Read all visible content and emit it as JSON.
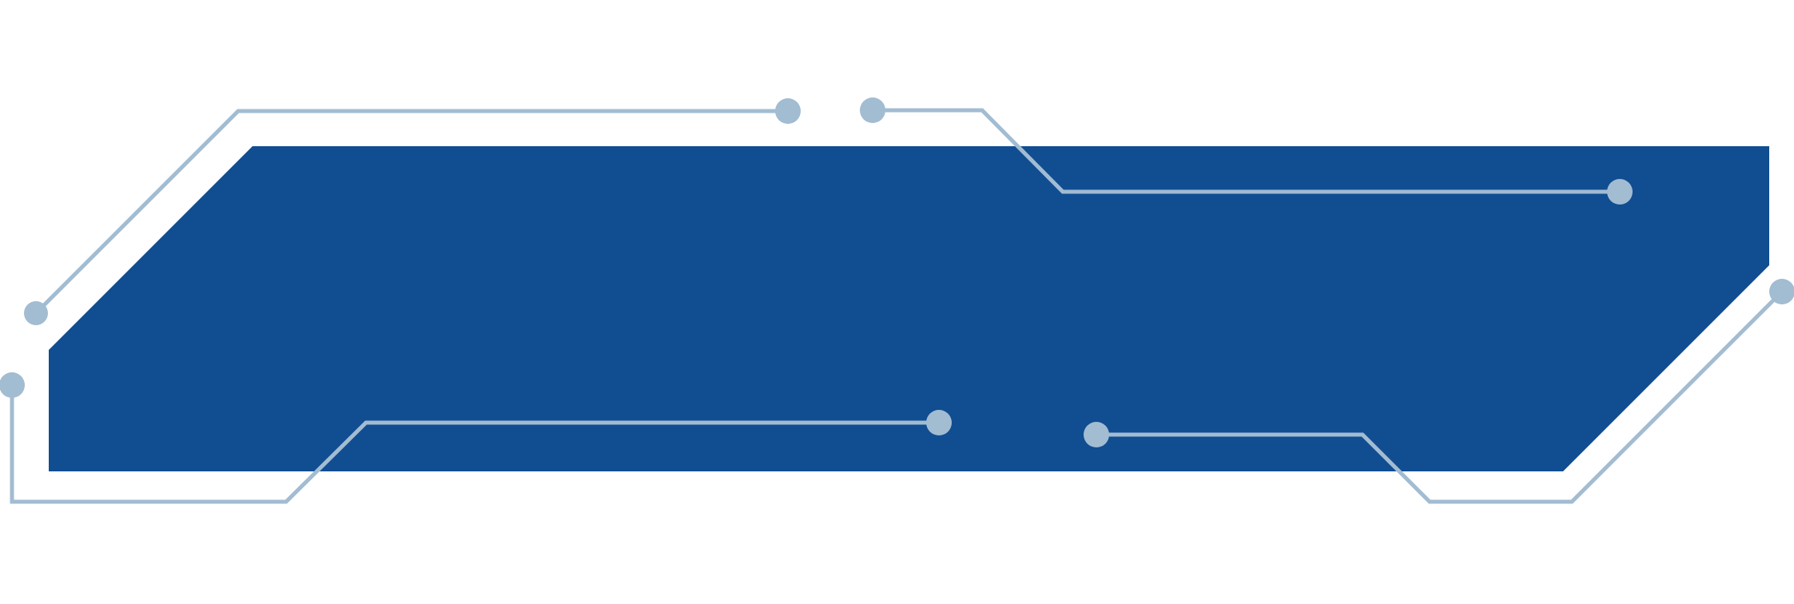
{
  "colors": {
    "background": "#ffffff",
    "panel": "#114d91",
    "trace": "#a2bcd2",
    "node": "#a2bcd2"
  },
  "decor": {
    "panel": "banner-panel",
    "traces": [
      "circuit-trace-top-left",
      "circuit-trace-top-right",
      "circuit-trace-right-edge",
      "circuit-trace-bottom-left",
      "circuit-trace-bottom-right"
    ]
  }
}
